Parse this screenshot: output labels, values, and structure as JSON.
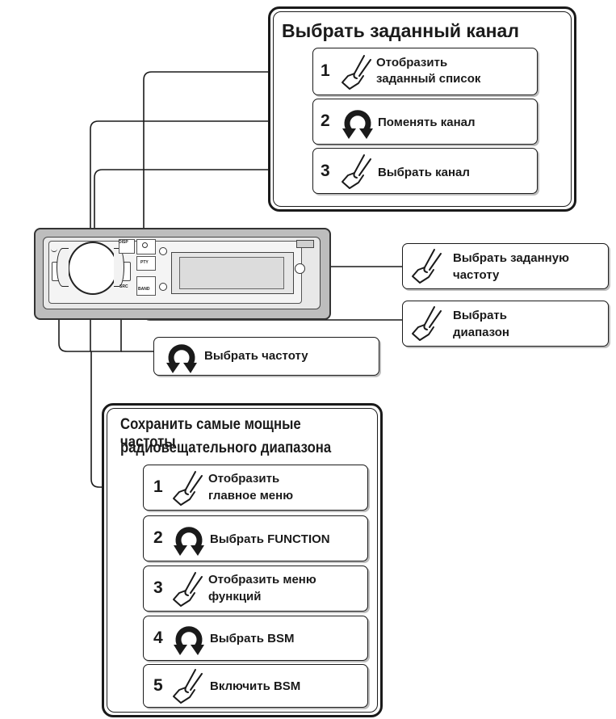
{
  "top_panel": {
    "title": "Выбрать заданный канал",
    "steps": [
      {
        "num": "1",
        "icon": "press-hand-icon",
        "label_line1": "Отобразить",
        "label_line2": "заданный список"
      },
      {
        "num": "2",
        "icon": "rotate-knob-icon",
        "label_line1": "Поменять канал"
      },
      {
        "num": "3",
        "icon": "press-hand-icon",
        "label_line1": "Выбрать канал"
      }
    ]
  },
  "side_callouts": {
    "preset": {
      "icon": "press-hand-icon",
      "label_line1": "Выбрать заданную",
      "label_line2": "частоту"
    },
    "band": {
      "icon": "press-hand-icon",
      "label_line1": "Выбрать",
      "label_line2": "диапазон"
    },
    "frequency": {
      "icon": "rotate-knob-icon",
      "label_line1": "Выбрать частоту"
    }
  },
  "device": {
    "buttons": {
      "src_label": "SRC",
      "pty_label": "PTY",
      "band_label": "BAND",
      "disp_label": "DISP"
    }
  },
  "bottom_panel": {
    "title_line1": "Сохранить самые мощные частоты",
    "title_line2": "радиовещательного диапазона",
    "steps": [
      {
        "num": "1",
        "icon": "press-hand-icon",
        "label_line1": "Отобразить",
        "label_line2": "главное меню"
      },
      {
        "num": "2",
        "icon": "rotate-knob-icon",
        "label_line1": "Выбрать FUNCTION"
      },
      {
        "num": "3",
        "icon": "press-hand-icon",
        "label_line1": "Отобразить меню",
        "label_line2": "функций"
      },
      {
        "num": "4",
        "icon": "rotate-knob-icon",
        "label_line1": "Выбрать BSM"
      },
      {
        "num": "5",
        "icon": "press-hand-icon",
        "label_line1": "Включить BSM"
      }
    ]
  }
}
